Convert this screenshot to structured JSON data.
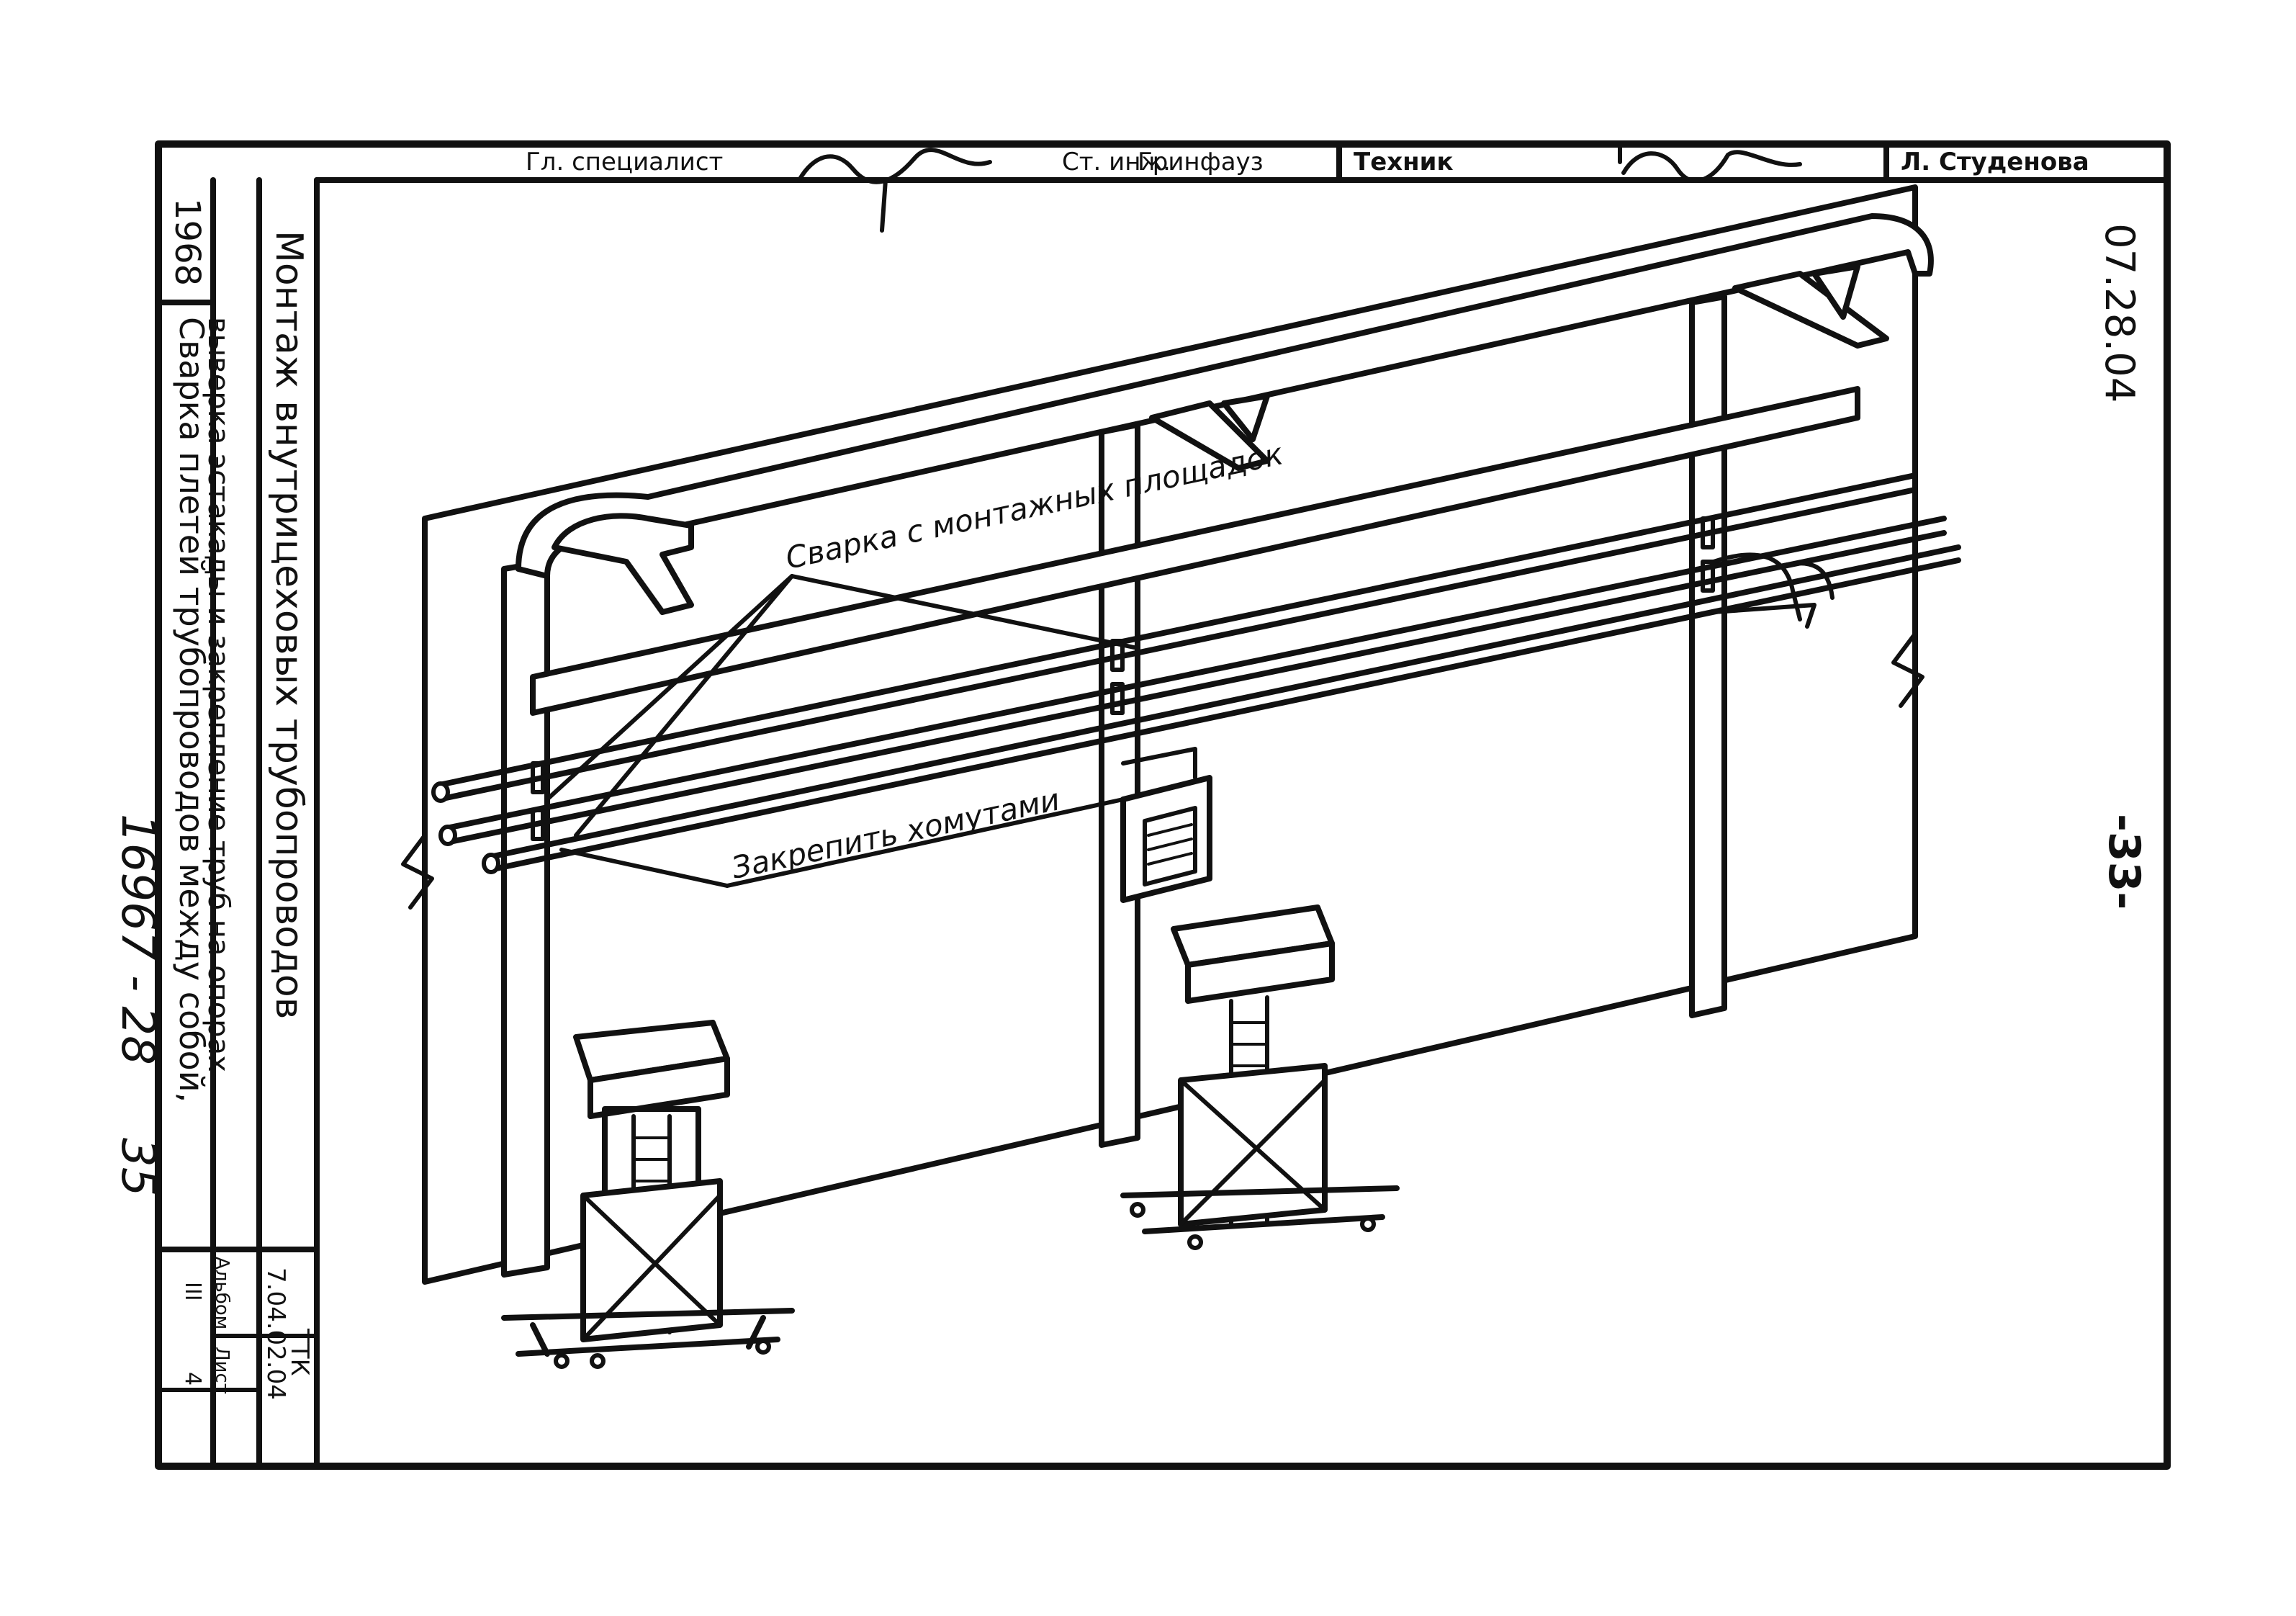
{
  "header": {
    "cell_1": "Гл. специалист",
    "cell_2": "Ст. инж.",
    "cell_3": "Гринфауз",
    "cell_4": "Техник",
    "cell_5": "Л. Студенова"
  },
  "title_block": {
    "year": "1968",
    "title_main": "Монтаж внутрицеховых трубопроводов",
    "subtitle_line1": "Сварка плетей трубопроводов между собой,",
    "subtitle_line2": "выверка эстакады и закрепление труб на опорах",
    "ttk_label": "ТТК",
    "ttk_code": "7.04.02.04",
    "album_label": "Альбом",
    "album_value": "III",
    "sheet_label": "Лист",
    "sheet_value": "4"
  },
  "stamps": {
    "doc_code": "07.28.04",
    "page_number": "-33-",
    "archive_number": "16967 - 28",
    "archive_page": "35"
  },
  "annotations": {
    "welding": "Сварка с монтажных площадок",
    "clamps": "Закрепить хомутами"
  },
  "colors": {
    "ink": "#111111",
    "paper": "#ffffff"
  }
}
